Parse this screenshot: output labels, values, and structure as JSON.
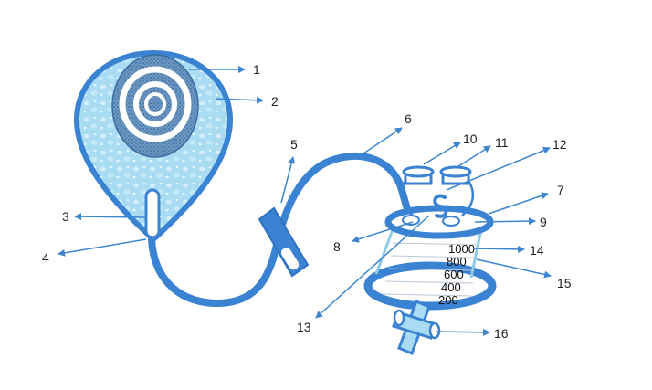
{
  "colors": {
    "outline": "#3a82d2",
    "outline_dark": "#2f72c0",
    "fill_light": "#a9dcf3",
    "fill_mid": "#8ccbea",
    "ring_dark": "#4f7fae",
    "arrow": "#3b86cf",
    "text": "#222222"
  },
  "callouts": [
    "1",
    "2",
    "3",
    "4",
    "5",
    "6",
    "7",
    "8",
    "9",
    "10",
    "11",
    "12",
    "13",
    "14",
    "15",
    "16"
  ],
  "scale_marks": [
    "1000",
    "800",
    "600",
    "400",
    "200"
  ]
}
